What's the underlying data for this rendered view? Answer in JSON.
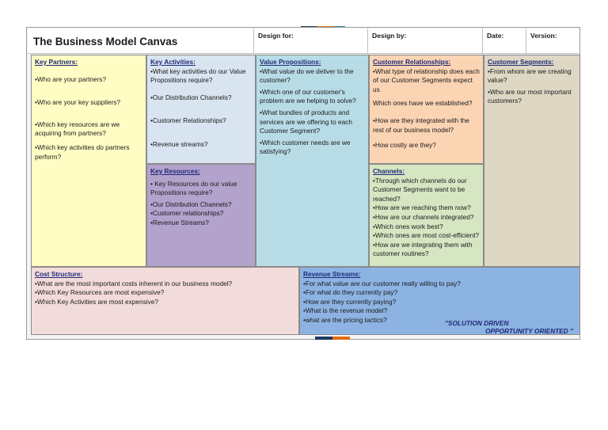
{
  "header": {
    "title": "The Business Model Canvas",
    "design_for": "Design for:",
    "design_by": "Design by:",
    "date": "Date:",
    "version": "Version:"
  },
  "key_partners": {
    "heading": "Key Partners:",
    "items": [
      "•Who are your partners?",
      "•Who are your key suppliers?",
      "•Which key resources are we acquiring from partners?",
      "•Which key activities do partners perform?"
    ]
  },
  "key_activities": {
    "heading": "Key Activities:",
    "items": [
      "•What key activities do our Value Propositions require?",
      "•Our Distribution Channels?",
      "•Customer Relationships?",
      "•Revenue streams?"
    ]
  },
  "key_resources": {
    "heading": "Key Resources:",
    "items": [
      "• Key Resources do our value Propositions require?",
      "•Our Distribution Channels?",
      "•Customer relationships?",
      "•Revenue Streams?"
    ]
  },
  "value_propositions": {
    "heading": "Value Propositions:",
    "items": [
      "•What value do we deliver to the customer?",
      "•Which one of our customer's problem are we helping to solve?",
      "•What bundles of products and services are we offering to each Customer Segment?",
      "•Which customer needs are we satisfying?"
    ]
  },
  "customer_relationships": {
    "heading": "Customer Relationships:",
    "items": [
      "•What type of relationship does each of our Customer Segments expect us",
      "Which ones have we established?",
      "•How are they integrated with the rest of our business model?",
      "•How costly are they?"
    ]
  },
  "channels": {
    "heading": "Channels:",
    "items": [
      "•Through which channels do our Customer Segments want to be reached?",
      "•How are we reaching them now?",
      "•How are our channels integrated?",
      "•Which ones work best?",
      "•Which ones are most cost-efficient?",
      "•How are we integrating them with customer routines?"
    ]
  },
  "customer_segments": {
    "heading": "Customer Segments:",
    "items": [
      "•From whom are we creating value?",
      "•Who are our most important customers?"
    ]
  },
  "cost_structure": {
    "heading": "Cost Structure:",
    "items": [
      "•What are the most important costs inherent in our business model?",
      "•Which Key Resources are most expensive?",
      "•Which Key Activities are most expensive?"
    ]
  },
  "revenue_streams": {
    "heading": "Revenue Streams:",
    "items": [
      "•For what value are our customer really willing to pay?",
      "•For what do they currently pay?",
      "•How are they currently paying?",
      "•What is the revenue model?",
      "•what are the pricing tactics?"
    ]
  },
  "tagline": {
    "line1": "\"SOLUTION DRIVEN",
    "line2": "OPPORTUNITY ORIENTED \""
  },
  "colors": {
    "key_partners": "#fffdc4",
    "key_activities": "#d8e4f0",
    "key_resources": "#b3a2cc",
    "value_propositions": "#b8dce6",
    "customer_relationships": "#fbd4b4",
    "channels": "#d6e6c2",
    "customer_segments": "#ddd7c4",
    "cost_structure": "#f2dcdb",
    "revenue_streams": "#8db3e2"
  }
}
